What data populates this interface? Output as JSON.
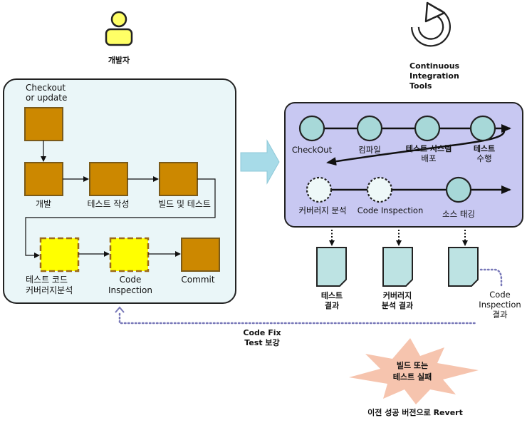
{
  "developer": {
    "label": "개발자"
  },
  "ci_tools": {
    "line1": "Continuous",
    "line2": "Integration",
    "line3": "Tools"
  },
  "dev_process": {
    "checkout_line1": "Checkout",
    "checkout_line2": "or update",
    "develop": "개발",
    "write_test": "테스트 작성",
    "build_test": "빌드 및 테스트",
    "coverage_line1": "테스트 코드",
    "coverage_line2": "커버러지분석",
    "inspection_line1": "Code",
    "inspection_line2": "Inspection",
    "commit": "Commit"
  },
  "ci_pipeline": {
    "checkout": "CheckOut",
    "compile": "컴파일",
    "deploy_line1": "테스트 시스템",
    "deploy_line2": "배포",
    "test_line1": "테스트",
    "test_line2": "수행",
    "coverage": "커버러지 분석",
    "inspection": "Code Inspection",
    "tag": "소스 태깅"
  },
  "results": {
    "test_line1": "테스트",
    "test_line2": "결과",
    "coverage_line1": "커버러지",
    "coverage_line2": "분석 결과",
    "inspection_line1": "Code",
    "inspection_line2": "Inspection",
    "inspection_line3": "결과"
  },
  "feedback": {
    "line1": "Code Fix",
    "line2": "Test 보강"
  },
  "failure": {
    "line1": "빌드 또는",
    "line2": "테스트 실패",
    "revert": "이전 성공 버전으로 Revert"
  }
}
